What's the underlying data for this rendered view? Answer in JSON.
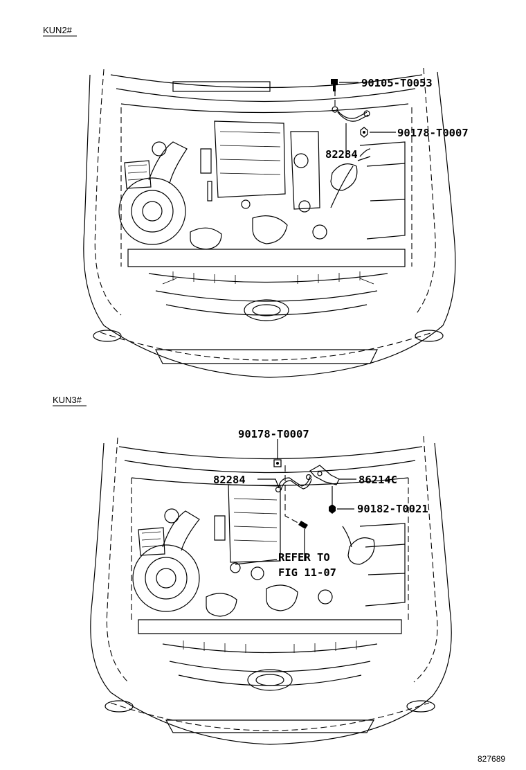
{
  "diagram": {
    "sections": [
      {
        "variant": "KUN2#",
        "parts": [
          {
            "number": "90105-T0053"
          },
          {
            "number": "90178-T0007"
          },
          {
            "number": "82284"
          }
        ]
      },
      {
        "variant": "KUN3#",
        "parts": [
          {
            "number": "90178-T0007"
          },
          {
            "number": "82284"
          },
          {
            "number": "86214C"
          },
          {
            "number": "90182-T0021"
          }
        ],
        "reference": {
          "line1": "REFER TO",
          "line2": "FIG 11-07"
        }
      }
    ],
    "figure_number": "827689"
  }
}
